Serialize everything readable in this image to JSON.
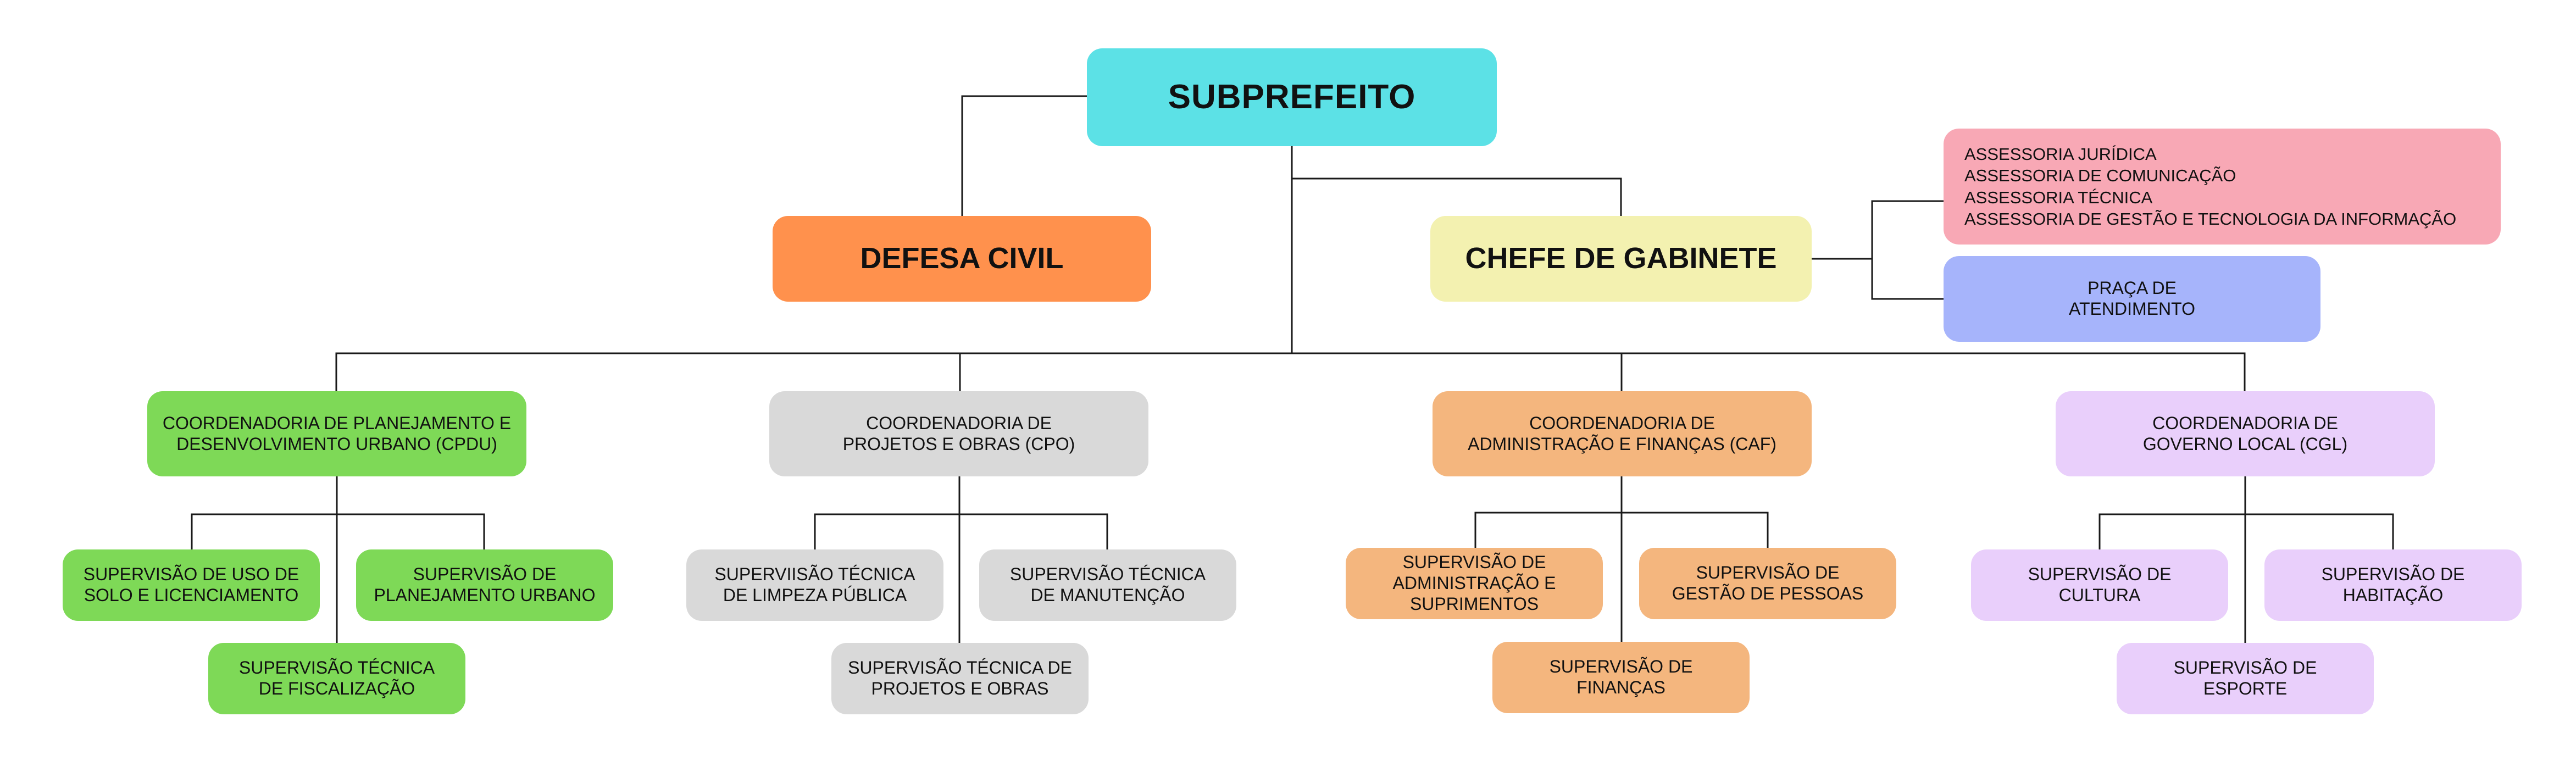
{
  "colors": {
    "connector": "#1a1a1a",
    "subprefeito": "#5ce1e6",
    "defesa_civil": "#ff914d",
    "chefe_gabinete": "#f3f1b0",
    "assessorias": "#f8a8b5",
    "praca": "#a6b4fb",
    "cpdu": "#7ed957",
    "cpo": "#d9d9d9",
    "caf": "#f4b67e",
    "cgl": "#e9cffb"
  },
  "org": {
    "root": "SUBPREFEITO",
    "defesa_civil": "DEFESA CIVIL",
    "chefe_gabinete": "CHEFE DE GABINETE",
    "assessorias": "ASSESSORIA JURÍDICA\nASSESSORIA DE COMUNICAÇÃO\nASSESSORIA TÉCNICA\nASSESSORIA DE GESTÃO E TECNOLOGIA DA INFORMAÇÃO",
    "praca": "PRAÇA DE\nATENDIMENTO",
    "cpdu": {
      "title": "COORDENADORIA DE PLANEJAMENTO E\nDESENVOLVIMENTO URBANO (CPDU)",
      "sup_uso_solo": "SUPERVISÃO DE USO DE\nSOLO E LICENCIAMENTO",
      "sup_planejamento": "SUPERVISÃO DE\nPLANEJAMENTO URBANO",
      "sup_fiscalizacao": "SUPERVISÃO TÉCNICA\nDE FISCALIZAÇÃO"
    },
    "cpo": {
      "title": "COORDENADORIA DE\nPROJETOS E OBRAS (CPO)",
      "sup_limpeza": "SUPERVIISÃO TÉCNICA\nDE LIMPEZA PÚBLICA",
      "sup_manutencao": "SUPERVISÃO TÉCNICA\nDE MANUTENÇÃO",
      "sup_projetos": "SUPERVISÃO TÉCNICA DE\nPROJETOS E OBRAS"
    },
    "caf": {
      "title": "COORDENADORIA DE\nADMINISTRAÇÃO E FINANÇAS (CAF)",
      "sup_administracao": "SUPERVISÃO DE\nADMINISTRAÇÃO E\nSUPRIMENTOS",
      "sup_pessoas": "SUPERVISÃO DE\nGESTÃO DE PESSOAS",
      "sup_financas": "SUPERVISÃO DE\nFINANÇAS"
    },
    "cgl": {
      "title": "COORDENADORIA DE\nGOVERNO LOCAL (CGL)",
      "sup_cultura": "SUPERVISÃO DE\nCULTURA",
      "sup_habitacao": "SUPERVISÃO DE\nHABITAÇÃO",
      "sup_esporte": "SUPERVISÃO DE\nESPORTE"
    }
  }
}
